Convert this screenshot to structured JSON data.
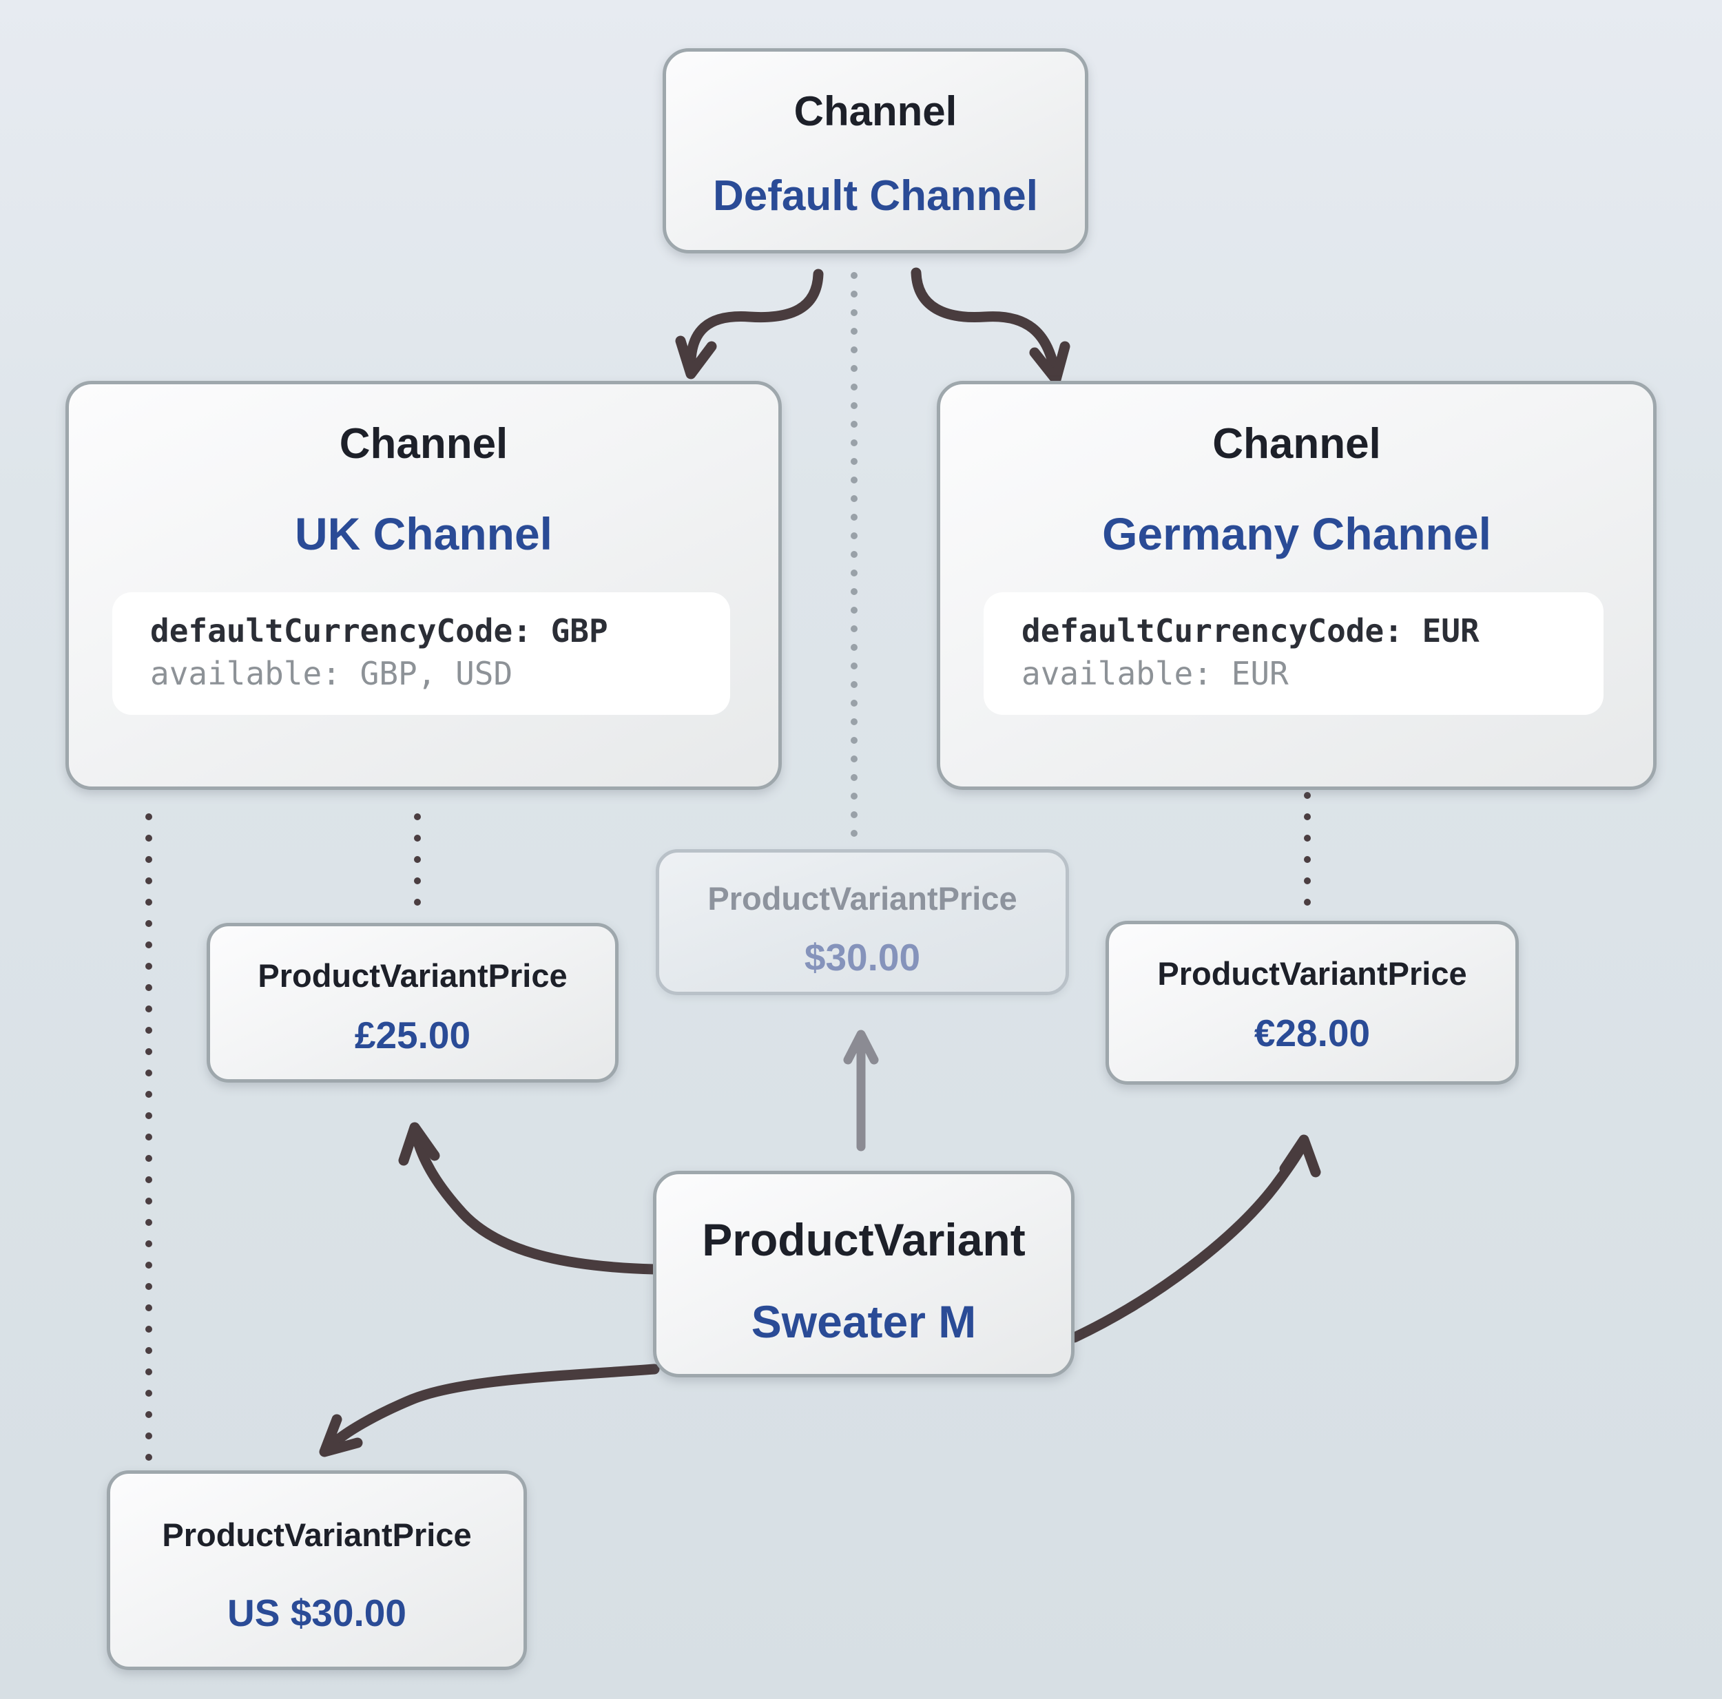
{
  "nodes": {
    "default_channel": {
      "type": "Channel",
      "name": "Default Channel"
    },
    "uk_channel": {
      "type": "Channel",
      "name": "UK Channel",
      "code": {
        "line1": "defaultCurrencyCode: GBP",
        "line2": "available: GBP, USD"
      }
    },
    "germany_channel": {
      "type": "Channel",
      "name": "Germany Channel",
      "code": {
        "line1": "defaultCurrencyCode: EUR",
        "line2": "available: EUR"
      }
    },
    "default_price": {
      "type": "ProductVariantPrice",
      "value": "$30.00",
      "faded": true
    },
    "uk_price": {
      "type": "ProductVariantPrice",
      "value": "£25.00"
    },
    "germany_price": {
      "type": "ProductVariantPrice",
      "value": "€28.00"
    },
    "us_price": {
      "type": "ProductVariantPrice",
      "value": "US $30.00"
    },
    "product_variant": {
      "type": "ProductVariant",
      "name": "Sweater M"
    }
  },
  "edges": [
    {
      "from": "default_channel",
      "to": "uk_channel",
      "style": "solid-arrow"
    },
    {
      "from": "default_channel",
      "to": "germany_channel",
      "style": "solid-arrow"
    },
    {
      "from": "default_channel",
      "to": "default_price",
      "style": "dotted-gray"
    },
    {
      "from": "uk_channel",
      "to": "us_price",
      "style": "dotted-dark"
    },
    {
      "from": "uk_channel",
      "to": "uk_price",
      "style": "dotted-dark"
    },
    {
      "from": "germany_channel",
      "to": "germany_price",
      "style": "dotted-dark"
    },
    {
      "from": "product_variant",
      "to": "uk_price",
      "style": "solid-arrow"
    },
    {
      "from": "product_variant",
      "to": "us_price",
      "style": "solid-arrow"
    },
    {
      "from": "product_variant",
      "to": "germany_price",
      "style": "solid-arrow"
    },
    {
      "from": "product_variant",
      "to": "default_price",
      "style": "gray-arrow"
    }
  ],
  "colors": {
    "accent_blue": "#2a4b96",
    "title_dark": "#1d2029",
    "code_dark": "#2b2e36",
    "code_gray": "#8d9297",
    "arrow_dark": "#493c3e",
    "arrow_gray": "#8b8b93",
    "box_border": "#9ea7ac",
    "background": "#dde4e9"
  }
}
